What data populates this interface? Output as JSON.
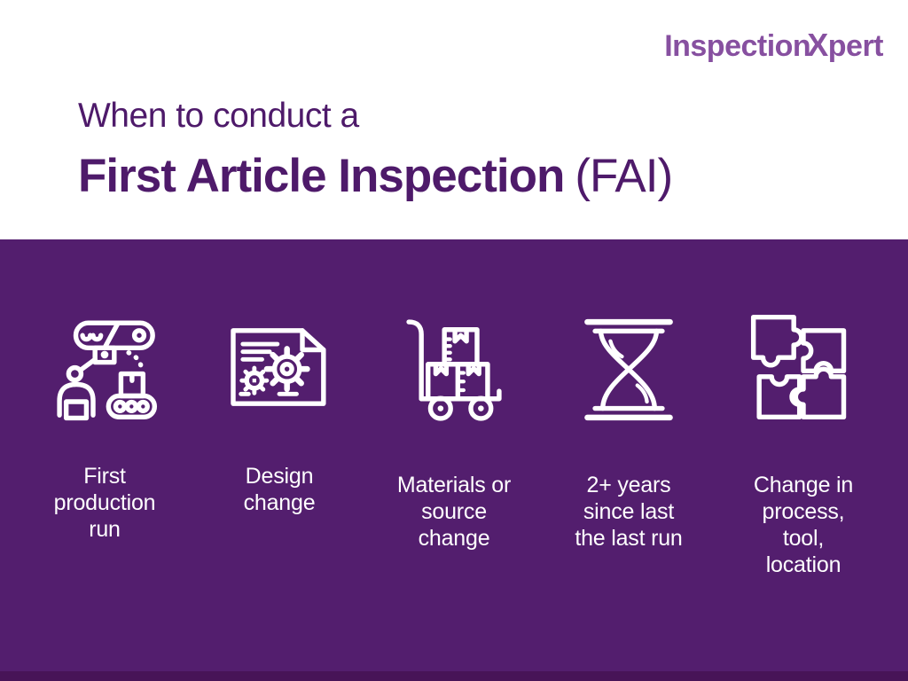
{
  "brand": {
    "part1": "Inspection",
    "x": "X",
    "part2": "pert"
  },
  "header": {
    "title_line1": "When to conduct a",
    "title_line2_bold": "First Article Inspection",
    "title_line2_light": "(FAI)"
  },
  "reasons": [
    {
      "icon": "production-line-icon",
      "label_lines": [
        "First",
        "production",
        "run"
      ]
    },
    {
      "icon": "design-document-icon",
      "label_lines": [
        "Design",
        "change"
      ]
    },
    {
      "icon": "materials-cart-icon",
      "label_lines": [
        "Materials or",
        "source",
        "change"
      ]
    },
    {
      "icon": "hourglass-icon",
      "label_lines": [
        "2+ years",
        "since last",
        "the last run"
      ]
    },
    {
      "icon": "puzzle-icon",
      "label_lines": [
        "Change in",
        "process,",
        "tool,",
        "location"
      ]
    }
  ],
  "colors": {
    "background": "#ffffff",
    "panel": "#531e6e",
    "panel_footer": "#471457",
    "title": "#4e1a6a",
    "logo": "#8750a0",
    "icon_stroke": "#ffffff",
    "label_text": "#ffffff"
  }
}
